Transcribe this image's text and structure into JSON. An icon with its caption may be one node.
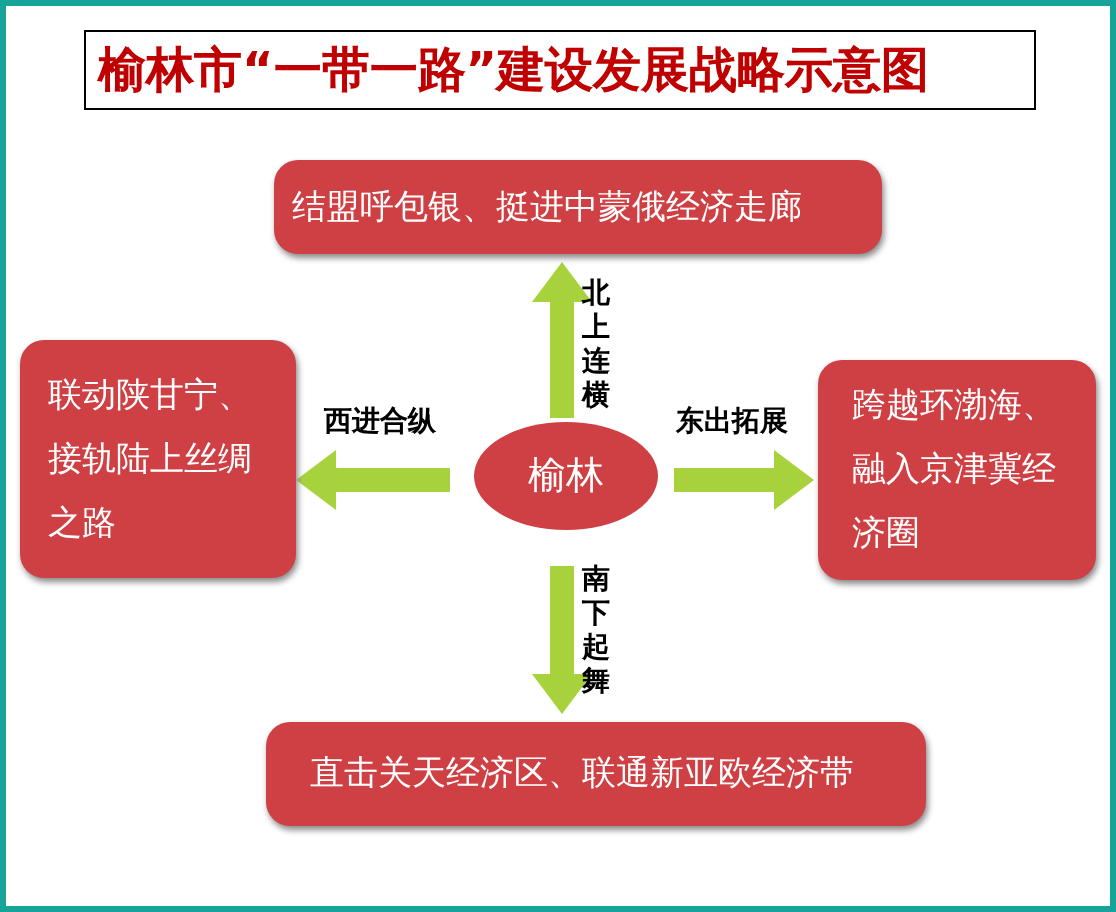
{
  "diagram": {
    "title": "榆林市“一带一路”建设发展战略示意图",
    "nodes": [
      {
        "text": [
          "结盟呼包银、挺进中蒙俄经济走廊"
        ]
      },
      {
        "text": [
          "联动陕甘宁、接轨陆上丝绸之路"
        ]
      },
      {
        "text": [
          "榆林"
        ]
      },
      {
        "text": [
          "跨越环渤海、融入京津冀经济圈"
        ]
      },
      {
        "text": [
          "直击关天经济区、联通新亚欧经济带"
        ]
      }
    ],
    "edges": [
      {
        "from": 2,
        "to": 0,
        "arrow": "to",
        "label": "北上连横"
      },
      {
        "from": 2,
        "to": 1,
        "arrow": "to",
        "label": "西进合纵"
      },
      {
        "from": 2,
        "to": 3,
        "arrow": "to",
        "label": "东出拓展"
      },
      {
        "from": 2,
        "to": 4,
        "arrow": "to",
        "label": "南下起舞"
      }
    ]
  }
}
